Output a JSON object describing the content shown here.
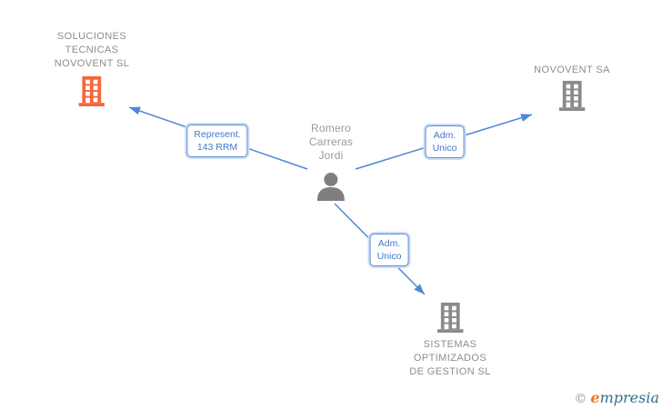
{
  "colors": {
    "edge_blue": "#4e86d8",
    "label_text_blue": "#4478c8",
    "company_gray": "#8a8a8a",
    "company_highlight_orange": "#f5663a",
    "person_gray": "#7f7f7f",
    "name_text_gray": "#8d8d8d",
    "brand_orange": "#ee7623",
    "brand_teal": "#2f6f8f"
  },
  "person": {
    "name_lines": [
      "Romero",
      "Carreras",
      "Jordi"
    ]
  },
  "companies": [
    {
      "id": "soluciones-tecnicas-novovent-sl",
      "name_lines": [
        "SOLUCIONES",
        "TECNICAS",
        "NOVOVENT  SL"
      ],
      "highlighted": true
    },
    {
      "id": "novovent-sa",
      "name_lines": [
        "NOVOVENT SA"
      ],
      "highlighted": false
    },
    {
      "id": "sistemas-optimizados-de-gestion-sl",
      "name_lines": [
        "SISTEMAS",
        "OPTIMIZADOS",
        "DE GESTION SL"
      ],
      "highlighted": false
    }
  ],
  "edges": [
    {
      "from": "person",
      "to": "soluciones-tecnicas-novovent-sl",
      "label_lines": [
        "Represent.",
        "143 RRM"
      ]
    },
    {
      "from": "person",
      "to": "novovent-sa",
      "label_lines": [
        "Adm.",
        "Unico"
      ]
    },
    {
      "from": "person",
      "to": "sistemas-optimizados-de-gestion-sl",
      "label_lines": [
        "Adm.",
        "Unico"
      ]
    }
  ],
  "watermark": {
    "copyright_symbol": "©",
    "brand_initial": "e",
    "brand_rest": "mpresia"
  }
}
